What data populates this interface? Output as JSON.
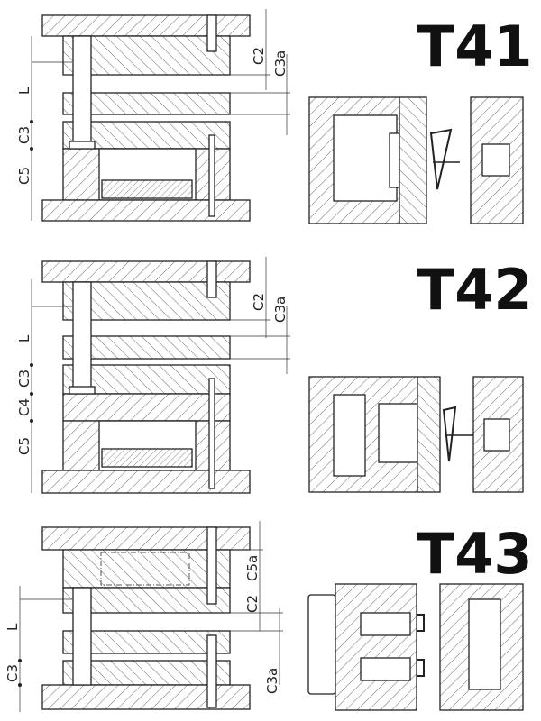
{
  "sections": [
    {
      "title": "T41",
      "left_labels": [
        "L",
        "C3",
        "C5"
      ],
      "right_labels": [
        "C2",
        "C3a"
      ]
    },
    {
      "title": "T42",
      "left_labels": [
        "L",
        "C3",
        "C4",
        "C5"
      ],
      "right_labels": [
        "C2",
        "C3a"
      ]
    },
    {
      "title": "T43",
      "left_labels": [
        "L",
        "C3"
      ],
      "right_labels": [
        "C5a",
        "C2",
        "C3a"
      ]
    }
  ]
}
